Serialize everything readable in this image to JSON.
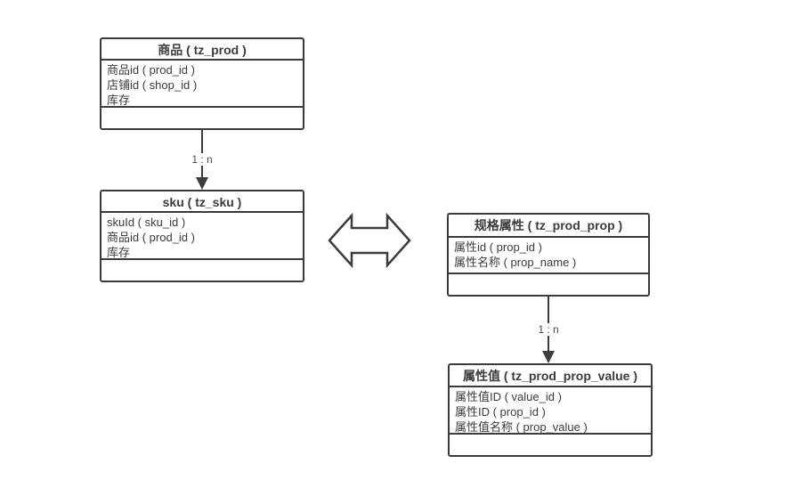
{
  "diagram": {
    "background": "#ffffff",
    "line_color": "#3b3b3b",
    "text_color": "#3c3c3c",
    "tables": [
      {
        "title": "商品 ( tz_prod )",
        "fields": [
          "商品id ( prod_id )",
          "店铺id ( shop_id )",
          "库存"
        ]
      },
      {
        "title": "sku ( tz_sku )",
        "fields": [
          "skuId ( sku_id )",
          "商品id ( prod_id )",
          "库存"
        ]
      },
      {
        "title": "规格属性 ( tz_prod_prop )",
        "fields": [
          "属性id ( prop_id )",
          "属性名称 ( prop_name )"
        ]
      },
      {
        "title": "属性值 ( tz_prod_prop_value )",
        "fields": [
          "属性值ID ( value_id )",
          "属性ID ( prop_id )",
          "属性值名称 ( prop_value )"
        ]
      }
    ],
    "connectors": [
      {
        "label": "1 : n",
        "from": "商品 ( tz_prod )",
        "to": "sku ( tz_sku )"
      },
      {
        "label": "1 : n",
        "from": "规格属性 ( tz_prod_prop )",
        "to": "属性值 ( tz_prod_prop_value )"
      }
    ],
    "relation_icon": "double-headed-arrow"
  }
}
